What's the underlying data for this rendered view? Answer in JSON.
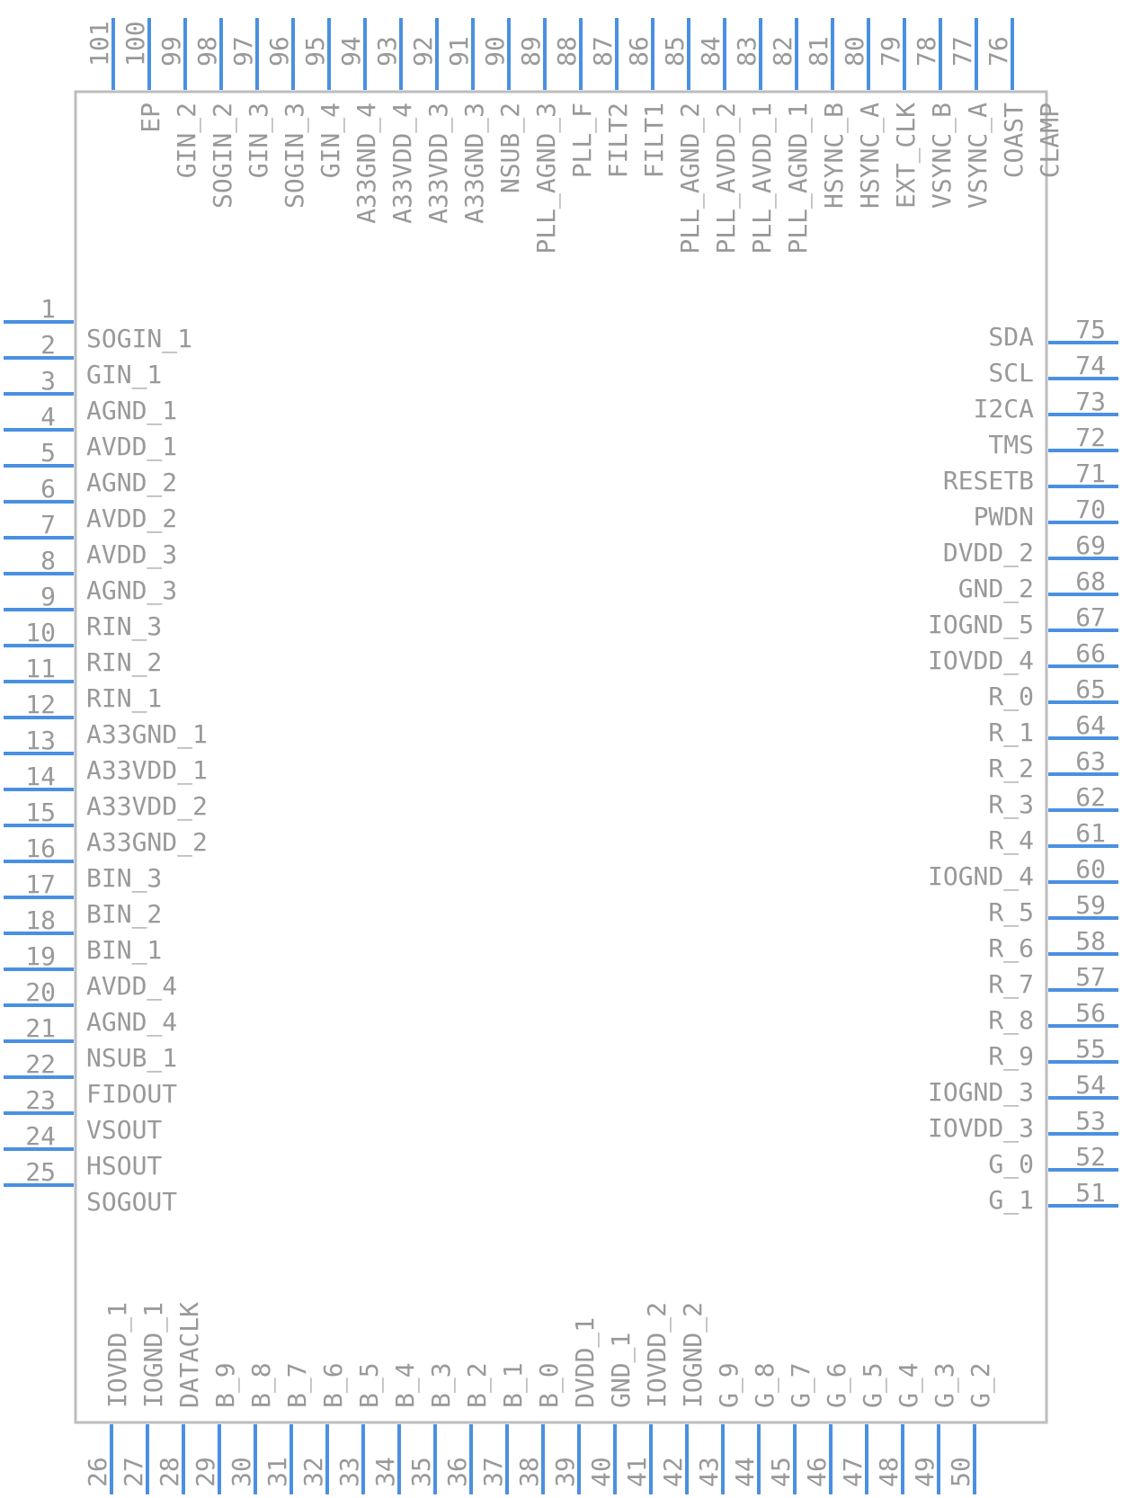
{
  "component": {
    "pins_left": [
      {
        "num": "1",
        "label": "SOGIN_1"
      },
      {
        "num": "2",
        "label": "GIN_1"
      },
      {
        "num": "3",
        "label": "AGND_1"
      },
      {
        "num": "4",
        "label": "AVDD_1"
      },
      {
        "num": "5",
        "label": "AGND_2"
      },
      {
        "num": "6",
        "label": "AVDD_2"
      },
      {
        "num": "7",
        "label": "AVDD_3"
      },
      {
        "num": "8",
        "label": "AGND_3"
      },
      {
        "num": "9",
        "label": "RIN_3"
      },
      {
        "num": "10",
        "label": "RIN_2"
      },
      {
        "num": "11",
        "label": "RIN_1"
      },
      {
        "num": "12",
        "label": "A33GND_1"
      },
      {
        "num": "13",
        "label": "A33VDD_1"
      },
      {
        "num": "14",
        "label": "A33VDD_2"
      },
      {
        "num": "15",
        "label": "A33GND_2"
      },
      {
        "num": "16",
        "label": "BIN_3"
      },
      {
        "num": "17",
        "label": "BIN_2"
      },
      {
        "num": "18",
        "label": "BIN_1"
      },
      {
        "num": "19",
        "label": "AVDD_4"
      },
      {
        "num": "20",
        "label": "AGND_4"
      },
      {
        "num": "21",
        "label": "NSUB_1"
      },
      {
        "num": "22",
        "label": "FIDOUT"
      },
      {
        "num": "23",
        "label": "VSOUT"
      },
      {
        "num": "24",
        "label": "HSOUT"
      },
      {
        "num": "25",
        "label": "SOGOUT"
      }
    ],
    "pins_right": [
      {
        "num": "75",
        "label": "SDA"
      },
      {
        "num": "74",
        "label": "SCL"
      },
      {
        "num": "73",
        "label": "I2CA"
      },
      {
        "num": "72",
        "label": "TMS"
      },
      {
        "num": "71",
        "label": "RESETB"
      },
      {
        "num": "70",
        "label": "PWDN"
      },
      {
        "num": "69",
        "label": "DVDD_2"
      },
      {
        "num": "68",
        "label": "GND_2"
      },
      {
        "num": "67",
        "label": "IOGND_5"
      },
      {
        "num": "66",
        "label": "IOVDD_4"
      },
      {
        "num": "65",
        "label": "R_0"
      },
      {
        "num": "64",
        "label": "R_1"
      },
      {
        "num": "63",
        "label": "R_2"
      },
      {
        "num": "62",
        "label": "R_3"
      },
      {
        "num": "61",
        "label": "R_4"
      },
      {
        "num": "60",
        "label": "IOGND_4"
      },
      {
        "num": "59",
        "label": "R_5"
      },
      {
        "num": "58",
        "label": "R_6"
      },
      {
        "num": "57",
        "label": "R_7"
      },
      {
        "num": "56",
        "label": "R_8"
      },
      {
        "num": "55",
        "label": "R_9"
      },
      {
        "num": "54",
        "label": "IOGND_3"
      },
      {
        "num": "53",
        "label": "IOVDD_3"
      },
      {
        "num": "52",
        "label": "G_0"
      },
      {
        "num": "51",
        "label": "G_1"
      }
    ],
    "pins_bottom": [
      {
        "num": "26",
        "label": "IOVDD_1"
      },
      {
        "num": "27",
        "label": "IOGND_1"
      },
      {
        "num": "28",
        "label": "DATACLK"
      },
      {
        "num": "29",
        "label": "B_9"
      },
      {
        "num": "30",
        "label": "B_8"
      },
      {
        "num": "31",
        "label": "B_7"
      },
      {
        "num": "32",
        "label": "B_6"
      },
      {
        "num": "33",
        "label": "B_5"
      },
      {
        "num": "34",
        "label": "B_4"
      },
      {
        "num": "35",
        "label": "B_3"
      },
      {
        "num": "36",
        "label": "B_2"
      },
      {
        "num": "37",
        "label": "B_1"
      },
      {
        "num": "38",
        "label": "B_0"
      },
      {
        "num": "39",
        "label": "DVDD_1"
      },
      {
        "num": "40",
        "label": "GND_1"
      },
      {
        "num": "41",
        "label": "IOVDD_2"
      },
      {
        "num": "42",
        "label": "IOGND_2"
      },
      {
        "num": "43",
        "label": "G_9"
      },
      {
        "num": "44",
        "label": "G_8"
      },
      {
        "num": "45",
        "label": "G_7"
      },
      {
        "num": "46",
        "label": "G_6"
      },
      {
        "num": "47",
        "label": "G_5"
      },
      {
        "num": "48",
        "label": "G_4"
      },
      {
        "num": "49",
        "label": "G_3"
      },
      {
        "num": "50",
        "label": "G_2"
      }
    ],
    "pins_top": [
      {
        "num": "101",
        "label": ""
      },
      {
        "num": "100",
        "label": "EP"
      },
      {
        "num": "99",
        "label": "GIN_2"
      },
      {
        "num": "98",
        "label": "SOGIN_2"
      },
      {
        "num": "97",
        "label": "GIN_3"
      },
      {
        "num": "96",
        "label": "SOGIN_3"
      },
      {
        "num": "95",
        "label": "GIN_4"
      },
      {
        "num": "94",
        "label": "A33GND_4"
      },
      {
        "num": "93",
        "label": "A33VDD_4"
      },
      {
        "num": "92",
        "label": "A33VDD_3"
      },
      {
        "num": "91",
        "label": "A33GND_3"
      },
      {
        "num": "90",
        "label": "NSUB_2"
      },
      {
        "num": "89",
        "label": "PLL_AGND_3"
      },
      {
        "num": "88",
        "label": "PLL_F"
      },
      {
        "num": "87",
        "label": "FILT2"
      },
      {
        "num": "86",
        "label": "FILT1"
      },
      {
        "num": "85",
        "label": "PLL_AGND_2"
      },
      {
        "num": "84",
        "label": "PLL_AVDD_2"
      },
      {
        "num": "83",
        "label": "PLL_AVDD_1"
      },
      {
        "num": "82",
        "label": "PLL_AGND_1"
      },
      {
        "num": "81",
        "label": "HSYNC_B"
      },
      {
        "num": "80",
        "label": "HSYNC_A"
      },
      {
        "num": "79",
        "label": "EXT_CLK"
      },
      {
        "num": "78",
        "label": "VSYNC_B"
      },
      {
        "num": "77",
        "label": "VSYNC_A"
      },
      {
        "num": "76",
        "label": "COAST"
      },
      {
        "num": "",
        "label": "CLAMP"
      }
    ]
  },
  "colors": {
    "pin_line": "#4a90e2",
    "text": "#999999",
    "body_outline": "#bdbdbd"
  }
}
